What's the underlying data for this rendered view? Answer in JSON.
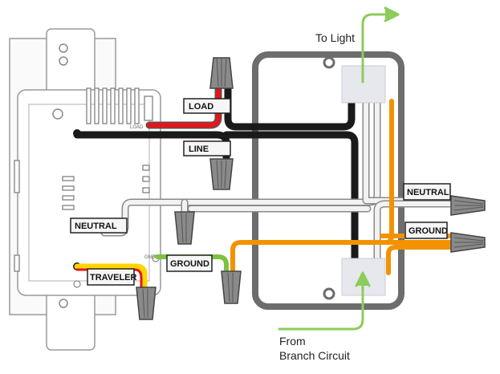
{
  "labels": {
    "load": "LOAD",
    "line": "LINE",
    "neutral_switch": "NEUTRAL",
    "neutral_box": "NEUTRAL",
    "ground_switch": "GROUND",
    "ground_box": "GROUND",
    "traveler": "TRAVELER",
    "load_terminal": "LOAD",
    "gnd_terminal": "GND"
  },
  "annotations": {
    "to_light": "To Light",
    "from_line1": "From",
    "from_line2": "Branch Circuit"
  },
  "colors": {
    "hot": "#e8141b",
    "line": "#1a1a1a",
    "neutral": "#f2f2f2",
    "ground_bare": "#f39200",
    "ground_green": "#7dc242",
    "traveler_red": "#e8141b",
    "traveler_yellow": "#ffd400",
    "arrow": "#8ccc5a",
    "box_outline": "#6d6d6d",
    "connector_gray": "#8a8a8a"
  }
}
